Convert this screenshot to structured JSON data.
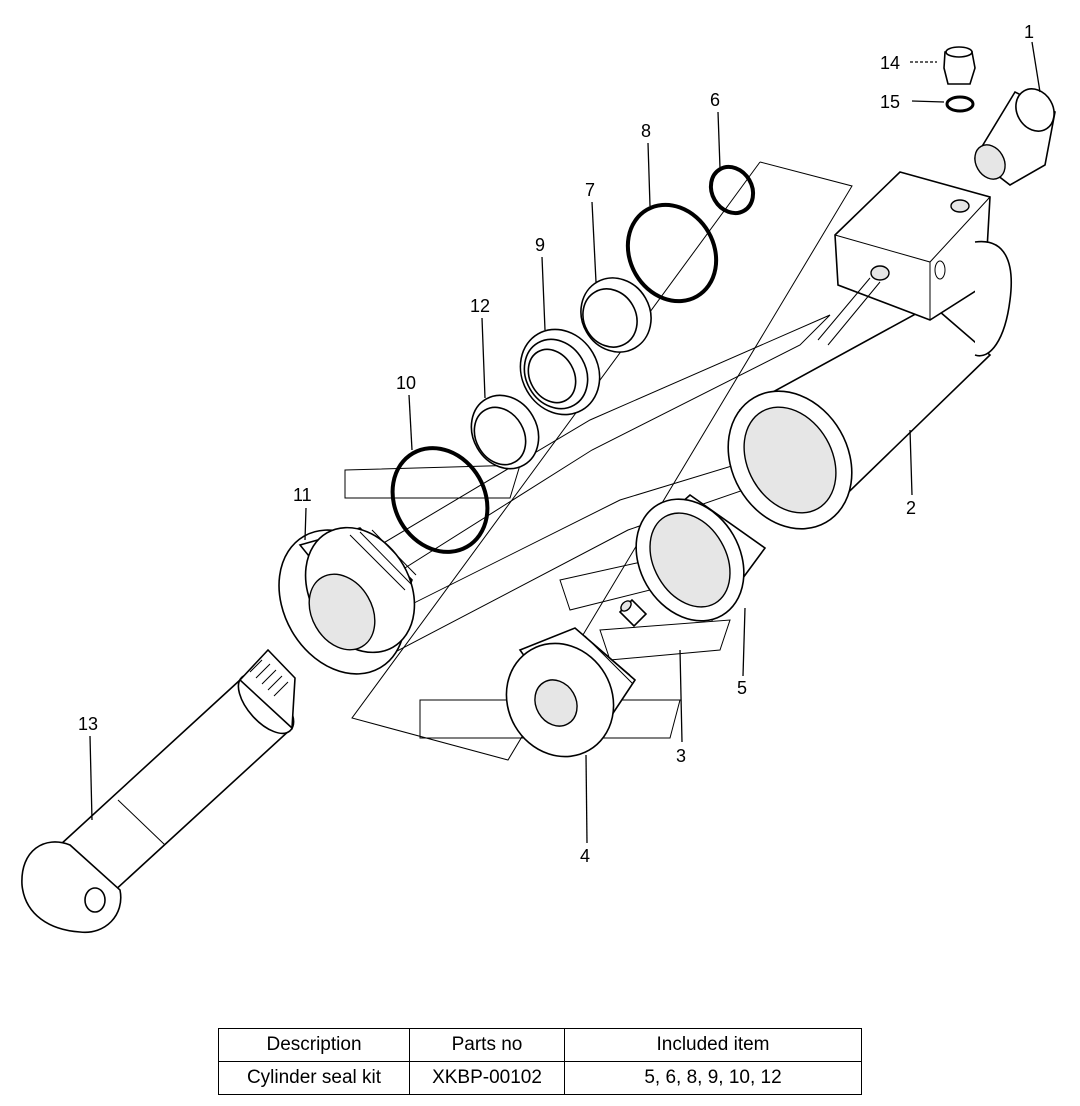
{
  "callouts": {
    "c1": "1",
    "c2": "2",
    "c3": "3",
    "c4": "4",
    "c5": "5",
    "c6": "6",
    "c7": "7",
    "c8": "8",
    "c9": "9",
    "c10": "10",
    "c11": "11",
    "c12": "12",
    "c13": "13",
    "c14": "14",
    "c15": "15"
  },
  "table": {
    "headers": [
      "Description",
      "Parts no",
      "Included item"
    ],
    "rows": [
      [
        "Cylinder seal kit",
        "XKBP-00102",
        "5, 6, 8, 9, 10, 12"
      ]
    ]
  }
}
